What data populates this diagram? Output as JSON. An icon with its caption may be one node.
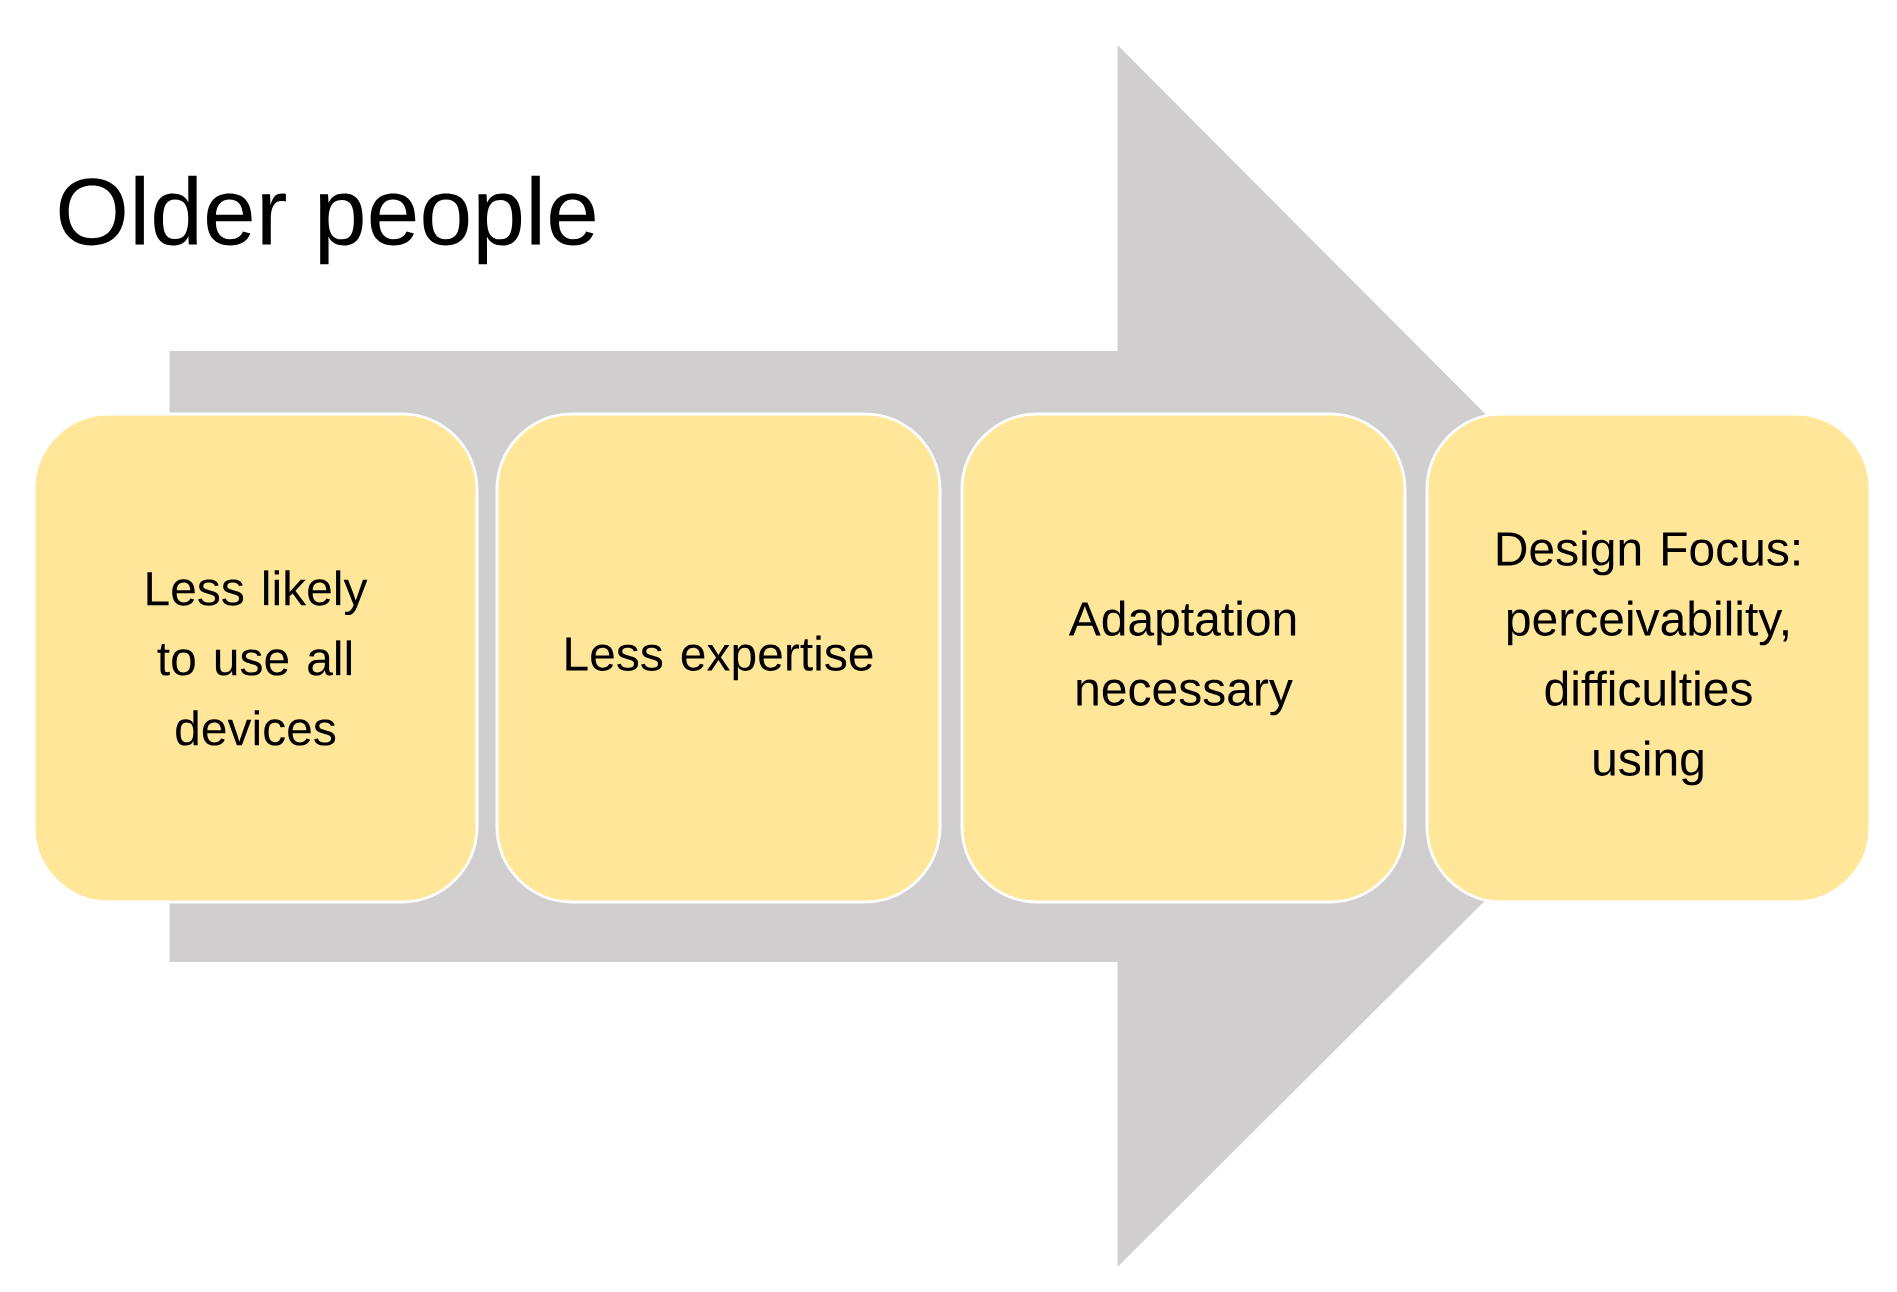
{
  "diagram": {
    "title": "Older people",
    "nodes": [
      {
        "text": [
          "Less likely to use all devices"
        ]
      },
      {
        "text": [
          "Less expertise"
        ]
      },
      {
        "text": [
          "Adaptation necessary"
        ]
      },
      {
        "text": [
          "Design Focus: perceivability, difficulties using"
        ]
      }
    ],
    "edges": [
      {
        "from": 0,
        "to": 3,
        "arrow": "to",
        "style": "thick"
      }
    ]
  }
}
